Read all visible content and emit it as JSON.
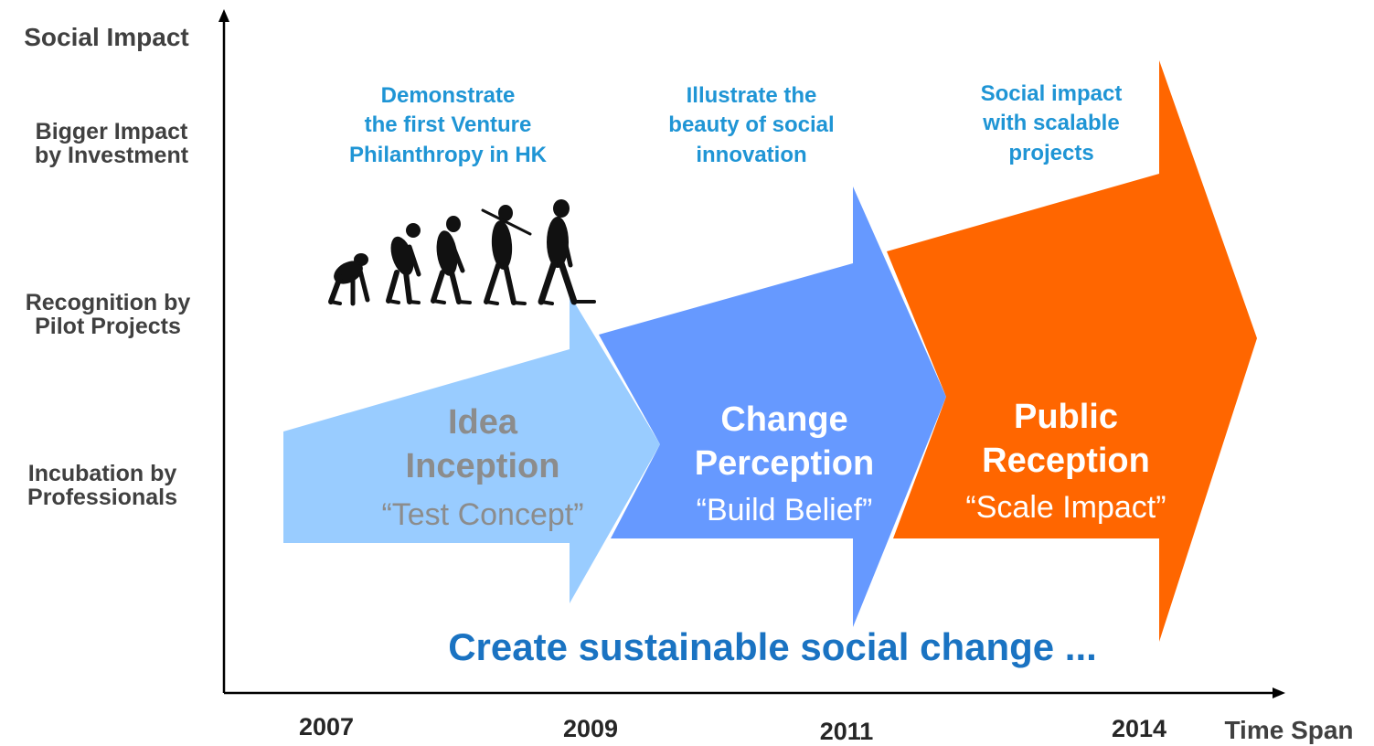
{
  "axes": {
    "y_title": "Social Impact",
    "x_title": "Time Span",
    "y_levels": [
      "Bigger Impact\nby Investment",
      "Recognition by\nPilot Projects",
      "Incubation by\nProfessionals"
    ],
    "years": [
      "2007",
      "2009",
      "2011",
      "2014"
    ]
  },
  "stages": [
    {
      "description": "Demonstrate\nthe first Venture\nPhilanthropy  in HK",
      "title": "Idea\nInception",
      "subtitle": "“Test Concept”",
      "color": "#99ccff",
      "text_color": "#8c8c8c"
    },
    {
      "description": "Illustrate the\nbeauty of social\ninnovation",
      "title": "Change\nPerception",
      "subtitle": "“Build Belief”",
      "color": "#6699ff",
      "text_color": "#ffffff"
    },
    {
      "description": "Social impact\nwith scalable\nprojects",
      "title": "Public\nReception",
      "subtitle": "“Scale Impact”",
      "color": "#ff6600",
      "text_color": "#ffffff"
    }
  ],
  "tagline": "Create sustainable social change ...",
  "illustration": "evolution-figures-icon",
  "colors": {
    "axis": "#000000",
    "description_text": "#1f95d5",
    "tagline": "#1a73c2"
  }
}
